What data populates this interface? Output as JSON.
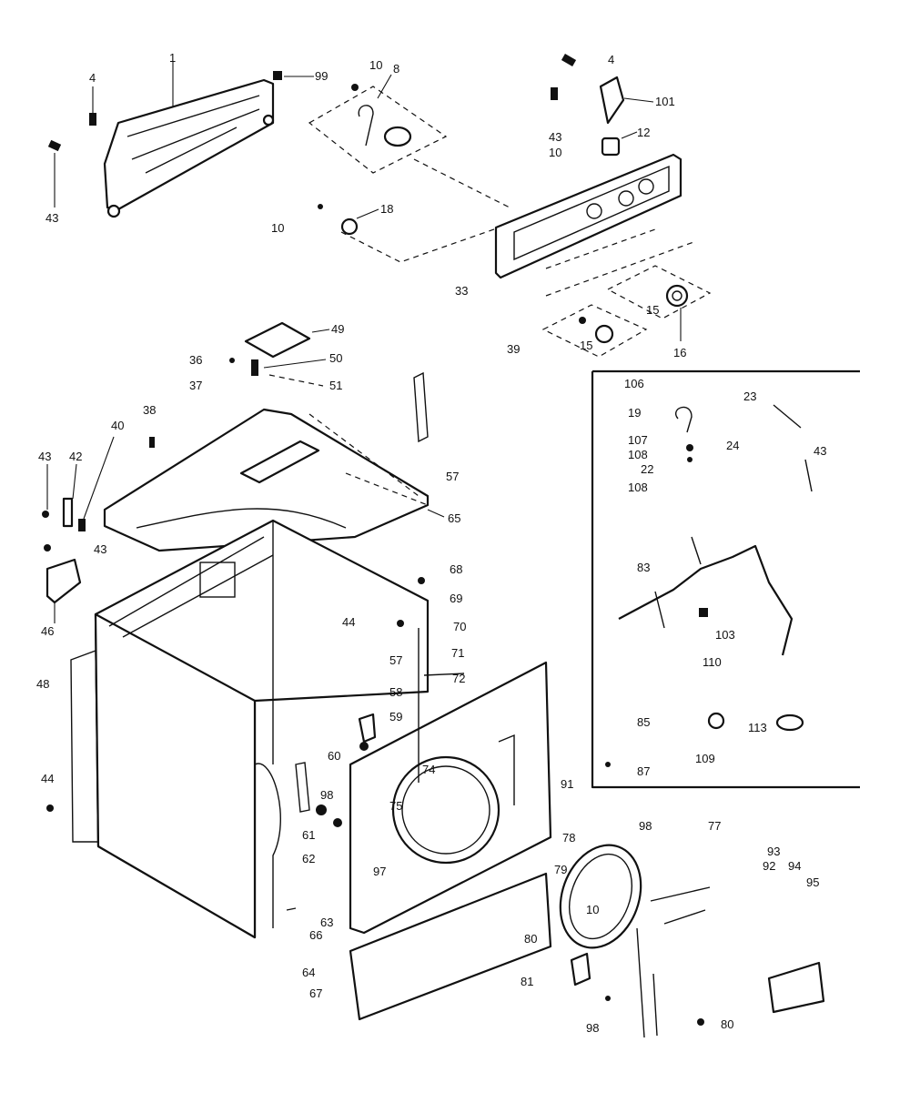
{
  "labels": {
    "l1": "1",
    "l4a": "4",
    "l99": "99",
    "l10a": "10",
    "l8": "8",
    "l43a": "43",
    "l4b": "4",
    "l101": "101",
    "l43b": "43",
    "l10b": "10",
    "l12": "12",
    "l10c": "10",
    "l18": "18",
    "l33": "33",
    "l15a": "15",
    "l16": "16",
    "l39": "39",
    "l15b": "15",
    "l49": "49",
    "l36": "36",
    "l50": "50",
    "l37": "37",
    "l51": "51",
    "l38": "38",
    "l40": "40",
    "l42": "42",
    "l43c": "43",
    "l43d": "43",
    "l57a": "57",
    "l65": "65",
    "l46": "46",
    "l68": "68",
    "l69": "69",
    "l44a": "44",
    "l70": "70",
    "l71": "71",
    "l72": "72",
    "l57b": "57",
    "l58": "58",
    "l59": "59",
    "l60": "60",
    "l48": "48",
    "l44b": "44",
    "l74": "74",
    "l75": "75",
    "l97": "97",
    "l98a": "98",
    "l61": "61",
    "l62": "62",
    "l63": "63",
    "l66": "66",
    "l64": "64",
    "l67": "67",
    "l91": "91",
    "l78": "78",
    "l79": "79",
    "l10d": "10",
    "l80a": "80",
    "l81": "81",
    "l98b": "98",
    "l98c": "98",
    "l77": "77",
    "l93": "93",
    "l92": "92",
    "l94": "94",
    "l95": "95",
    "l80b": "80",
    "l106": "106",
    "l19": "19",
    "l23": "23",
    "l107": "107",
    "l108a": "108",
    "l22": "22",
    "l108b": "108",
    "l24": "24",
    "l43e": "43",
    "l83": "83",
    "l103": "103",
    "l110": "110",
    "l85": "85",
    "l109": "109",
    "l113": "113",
    "l87": "87"
  }
}
